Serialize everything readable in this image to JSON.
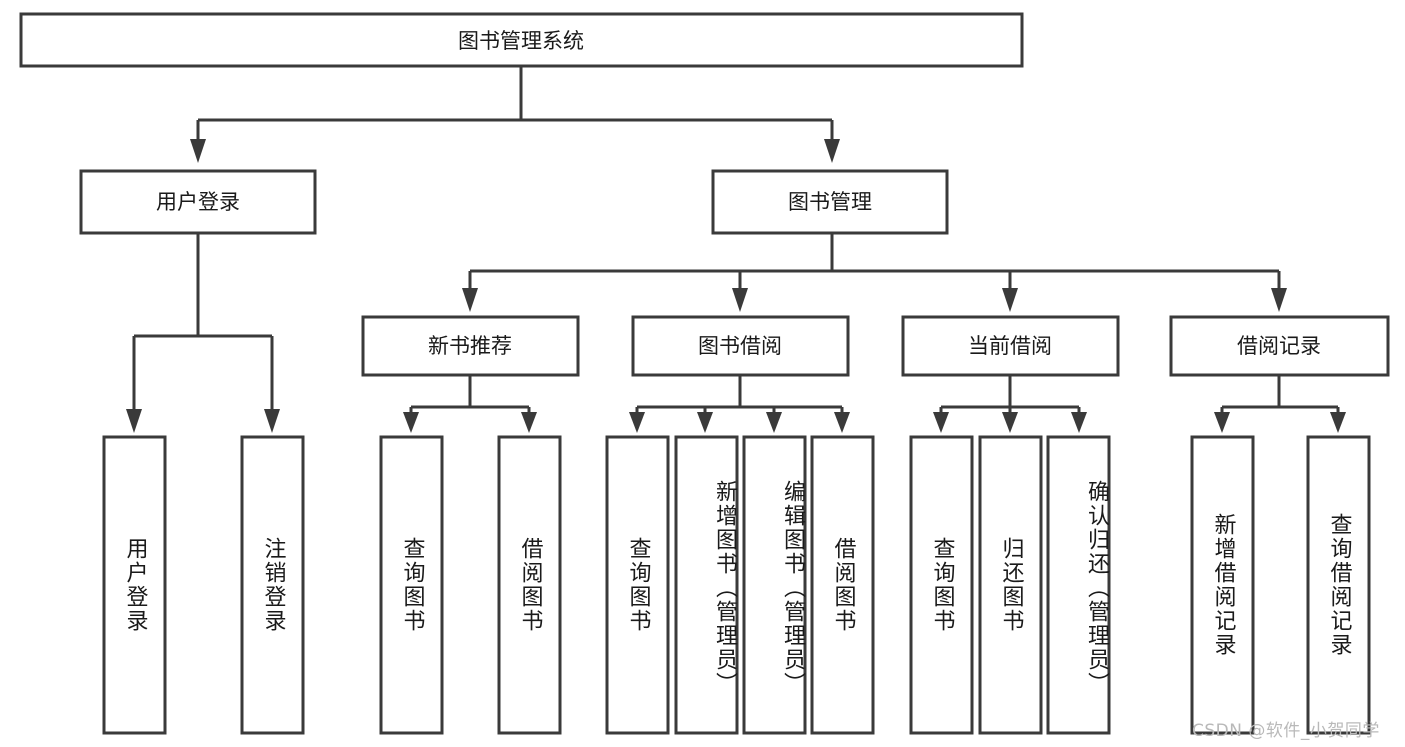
{
  "diagram": {
    "type": "tree",
    "title": "图书管理系统",
    "root": {
      "label": "图书管理系统"
    },
    "level2": [
      {
        "id": "user-login",
        "label": "用户登录"
      },
      {
        "id": "book-management",
        "label": "图书管理"
      }
    ],
    "level3": [
      {
        "id": "new-book-recommend",
        "label": "新书推荐"
      },
      {
        "id": "book-borrow",
        "label": "图书借阅"
      },
      {
        "id": "current-borrow",
        "label": "当前借阅"
      },
      {
        "id": "borrow-record",
        "label": "借阅记录"
      }
    ],
    "leaves": {
      "user_login": [
        {
          "id": "leaf-user-login",
          "label": "用户登录"
        },
        {
          "id": "leaf-logout-login",
          "label": "注销登录"
        }
      ],
      "new_book_recommend": [
        {
          "id": "leaf-query-book-1",
          "label": "查询图书"
        },
        {
          "id": "leaf-borrow-book-1",
          "label": "借阅图书"
        }
      ],
      "book_borrow": [
        {
          "id": "leaf-query-book-2",
          "label": "查询图书"
        },
        {
          "id": "leaf-add-book-admin",
          "label": "新增图书（管理员）"
        },
        {
          "id": "leaf-edit-book-admin",
          "label": "编辑图书（管理员）"
        },
        {
          "id": "leaf-borrow-book-2",
          "label": "借阅图书"
        }
      ],
      "current_borrow": [
        {
          "id": "leaf-query-book-3",
          "label": "查询图书"
        },
        {
          "id": "leaf-return-book",
          "label": "归还图书"
        },
        {
          "id": "leaf-confirm-return-admin",
          "label": "确认归还（管理员）"
        }
      ],
      "borrow_record": [
        {
          "id": "leaf-add-borrow-record",
          "label": "新增借阅记录"
        },
        {
          "id": "leaf-query-borrow-record",
          "label": "查询借阅记录"
        }
      ]
    },
    "watermark": "CSDN @软件_小贺同学",
    "colors": {
      "stroke": "#3a3a3a",
      "fill": "#ffffff",
      "text": "#1a1a1a",
      "watermark": "#b9b9b9",
      "background": "#ffffff"
    }
  }
}
